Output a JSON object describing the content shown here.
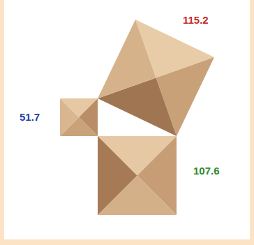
{
  "diagram": {
    "labels": [
      "115.2",
      "51.7",
      "107.6"
    ]
  }
}
